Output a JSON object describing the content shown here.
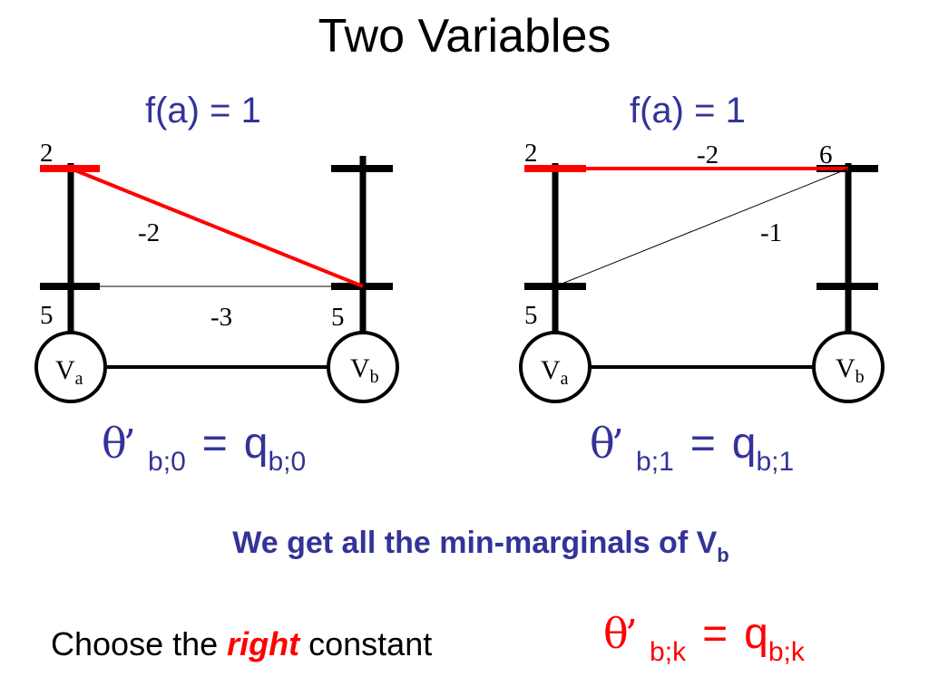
{
  "title": "Two Variables",
  "left": {
    "label": "f(a) = 1",
    "va_top": "2",
    "va_bottom": "5",
    "vb_bottom": "5",
    "edge_red": "-2",
    "edge_thin": "-3",
    "node_a": "V",
    "node_a_sub": "a",
    "node_b": "V",
    "node_b_sub": "b",
    "eq_theta": "θ",
    "eq_prime": "’",
    "eq_sub": "b;0",
    "eq_op": "=",
    "eq_q": "q",
    "eq_q_sub": "b;0"
  },
  "right": {
    "label": "f(a) = 1",
    "va_top": "2",
    "va_bottom": "5",
    "vb_top": "6",
    "edge_red": "-2",
    "edge_thin": "-1",
    "node_a": "V",
    "node_a_sub": "a",
    "node_b": "V",
    "node_b_sub": "b",
    "eq_theta": "θ",
    "eq_prime": "’",
    "eq_sub": "b;1",
    "eq_op": "=",
    "eq_q": "q",
    "eq_q_sub": "b;1"
  },
  "conclusion": {
    "text": "We get all the min-marginals of V",
    "sub": "b"
  },
  "choose": {
    "prefix": "Choose the ",
    "emphasis": "right",
    "suffix": " constant"
  },
  "final_eq": {
    "theta": "θ",
    "prime": "’",
    "sub": "b;k",
    "op": "=",
    "q": "q",
    "q_sub": "b;k"
  },
  "colors": {
    "accent_blue": "#333399",
    "highlight_red": "#ff0000",
    "line": "#000000"
  }
}
